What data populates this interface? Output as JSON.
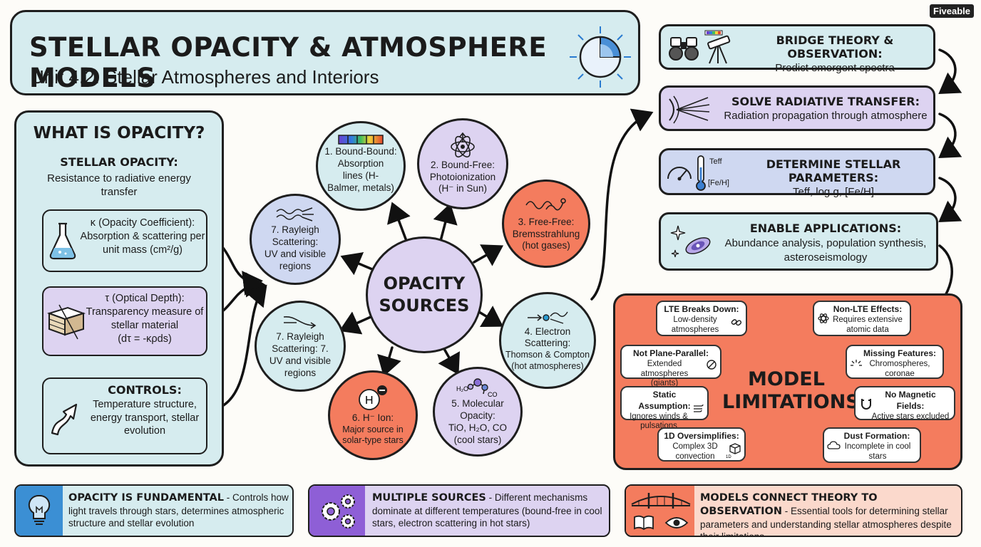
{
  "brand": "Fiveable",
  "header": {
    "title": "STELLAR OPACITY & ATMOSPHERE MODELS",
    "subtitle": "Unit 4.2: Stellar Atmospheres and Interiors"
  },
  "left_panel": {
    "title": "WHAT IS OPACITY?",
    "stellar_opacity_heading": "STELLAR OPACITY:",
    "stellar_opacity_text": "Resistance to radiative energy transfer",
    "kappa_heading": "κ (Opacity Coefficient):",
    "kappa_text": "Absorption & scattering per unit mass (cm²/g)",
    "tau_heading": "τ (Optical Depth):",
    "tau_text": "Transparency measure of stellar material",
    "tau_formula": "(dτ = -κρds)",
    "controls_heading": "CONTROLS:",
    "controls_text": "Temperature structure, energy transport, stellar evolution"
  },
  "center": {
    "hub_line1": "OPACITY",
    "hub_line2": "SOURCES",
    "sources": [
      {
        "title": "1. Bound-Bound:",
        "text": "Absorption lines (H-Balmer, metals)"
      },
      {
        "title": "2. Bound-Free:",
        "text": "Photoionization (H⁻ in Sun)"
      },
      {
        "title": "3. Free-Free:",
        "text": "Bremsstrahlung (hot gases)"
      },
      {
        "title": "4. Electron Scattering:",
        "text": "Thomson & Compton (hot atmospheres)"
      },
      {
        "title": "5. Molecular Opacity:",
        "text": "TiO, H₂O, CO (cool stars)"
      },
      {
        "title": "6. H⁻ Ion:",
        "text": "Major source in solar-type stars"
      },
      {
        "title": "7. Rayleigh Scattering: 7.",
        "text": "UV and visible regions"
      },
      {
        "title": "7. Rayleigh Scattering:",
        "text": "UV and visible regions"
      }
    ],
    "molecule_labels": {
      "h2o": "H₂O",
      "co": "CO"
    },
    "ion_label": "H"
  },
  "right_flow": [
    {
      "heading": "BRIDGE THEORY & OBSERVATION:",
      "text": "Predict emergent spectra"
    },
    {
      "heading": "SOLVE RADIATIVE TRANSFER:",
      "text": "Radiation propagation through atmosphere"
    },
    {
      "heading": "DETERMINE STELLAR PARAMETERS:",
      "text": "Teff, log g, [Fe/H]",
      "icon_labels": [
        "Teff",
        "[Fe/H]"
      ]
    },
    {
      "heading": "ENABLE APPLICATIONS:",
      "text": "Abundance analysis, population synthesis, asteroseismology"
    }
  ],
  "limitations": {
    "title_line1": "MODEL",
    "title_line2": "LIMITATIONS",
    "items": [
      {
        "title": "LTE Breaks Down:",
        "text": "Low-density atmospheres"
      },
      {
        "title": "Non-LTE Effects:",
        "text": "Requires extensive atomic data"
      },
      {
        "title": "Not Plane-Parallel:",
        "text": "Extended atmospheres (giants)"
      },
      {
        "title": "Missing Features:",
        "text": "Chromospheres, coronae"
      },
      {
        "title": "Static Assumption:",
        "text": "Ignores winds & pulsations"
      },
      {
        "title": "No Magnetic Fields:",
        "text": "Active stars excluded"
      },
      {
        "title": "1D Oversimplifies:",
        "text": "Complex 3D convection"
      },
      {
        "title": "Dust Formation:",
        "text": "Incomplete in cool stars"
      }
    ],
    "cube_label": "1D"
  },
  "bottom": [
    {
      "bold": "OPACITY IS FUNDAMENTAL",
      "text": " - Controls how light travels through stars, determines atmospheric structure and stellar evolution"
    },
    {
      "bold": "MULTIPLE SOURCES",
      "text": " - Different mechanisms dominate at different temperatures (bound-free in cool stars, electron scattering in hot stars)"
    },
    {
      "bold": "MODELS CONNECT THEORY TO OBSERVATION",
      "text": " - Essential tools for determining stellar parameters and understanding stellar atmospheres despite their limitations"
    }
  ],
  "colors": {
    "teal": "#d6ecef",
    "lavender": "#ddd3f1",
    "blue": "#cfd8f1",
    "orange": "#f47c5e",
    "outline": "#1e1e1e"
  },
  "icons": [
    "star-sphere-icon",
    "flask-icon",
    "layers-icon",
    "curved-arrow-icon",
    "spectrum-icon",
    "atom-icon",
    "wave-icon",
    "scatter-icon",
    "molecule-icon",
    "ion-icon",
    "binoculars-icon",
    "telescope-icon",
    "prism-rays-icon",
    "gauge-icon",
    "thermometer-icon",
    "galaxy-icon",
    "lightbulb-icon",
    "gears-icon",
    "bridge-icon",
    "book-icon",
    "eye-icon"
  ]
}
